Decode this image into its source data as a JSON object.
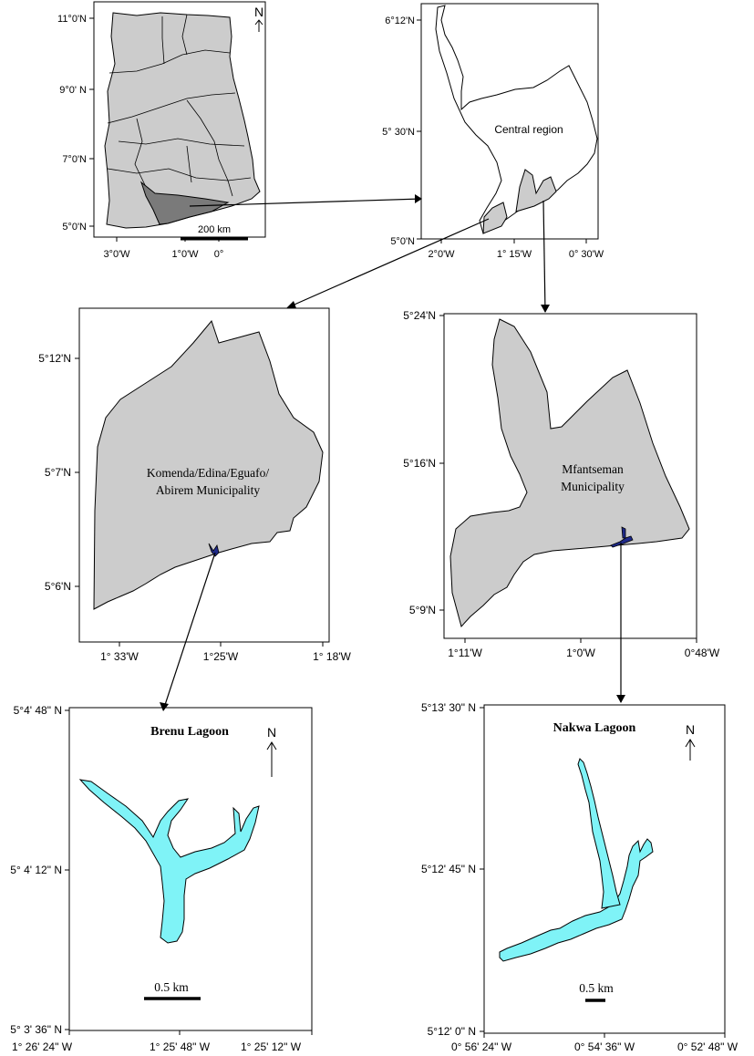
{
  "ghana_map": {
    "north_label": "N",
    "scale_label": "200 km",
    "lat_labels": [
      "11°0'N",
      "9°0' N",
      "7°0'N",
      "5°0'N"
    ],
    "lon_labels": [
      "3°0'W",
      "1°0'W",
      "0°"
    ]
  },
  "central_region_map": {
    "region_label": "Central region",
    "lat_labels": [
      "6°12'N",
      "5° 30'N",
      "5°0'N"
    ],
    "lon_labels": [
      "2°0'W",
      "1° 15'W",
      "0° 30'W"
    ]
  },
  "komenda_map": {
    "label_line1": "Komenda/Edina/Eguafo/",
    "label_line2": "Abirem Municipality",
    "lat_labels": [
      "5°12'N",
      "5°7'N",
      "5°6'N"
    ],
    "lon_labels": [
      "1° 33'W",
      "1°25'W",
      "1° 18'W"
    ]
  },
  "mfantseman_map": {
    "label_line1": "Mfantseman",
    "label_line2": "Municipality",
    "lat_labels": [
      "5°24'N",
      "5°16'N",
      "5°9'N"
    ],
    "lon_labels": [
      "1°11'W",
      "1°0'W",
      "0°48'W"
    ]
  },
  "brenu_map": {
    "title": "Brenu Lagoon",
    "north_label": "N",
    "scale_label": "0.5 km",
    "lat_labels": [
      "5°4' 48\" N",
      "5° 4' 12\" N",
      "5° 3' 36\" N"
    ],
    "lon_labels": [
      "1° 26' 24\" W",
      "1° 25' 48\" W",
      "1° 25' 12\" W"
    ]
  },
  "nakwa_map": {
    "title": "Nakwa Lagoon",
    "north_label": "N",
    "scale_label": "0.5 km",
    "lat_labels": [
      "5°13' 30\" N",
      "5°12' 45\" N",
      "5°12' 0\" N"
    ],
    "lon_labels": [
      "0° 56' 24\" W",
      "0° 54' 36\" W",
      "0° 52' 48\" W"
    ]
  },
  "colors": {
    "land": "#cccccc",
    "highlight": "#7a7a7a",
    "lagoon": "#7ff3f7",
    "lagoon_small": "#1f2a8a"
  }
}
